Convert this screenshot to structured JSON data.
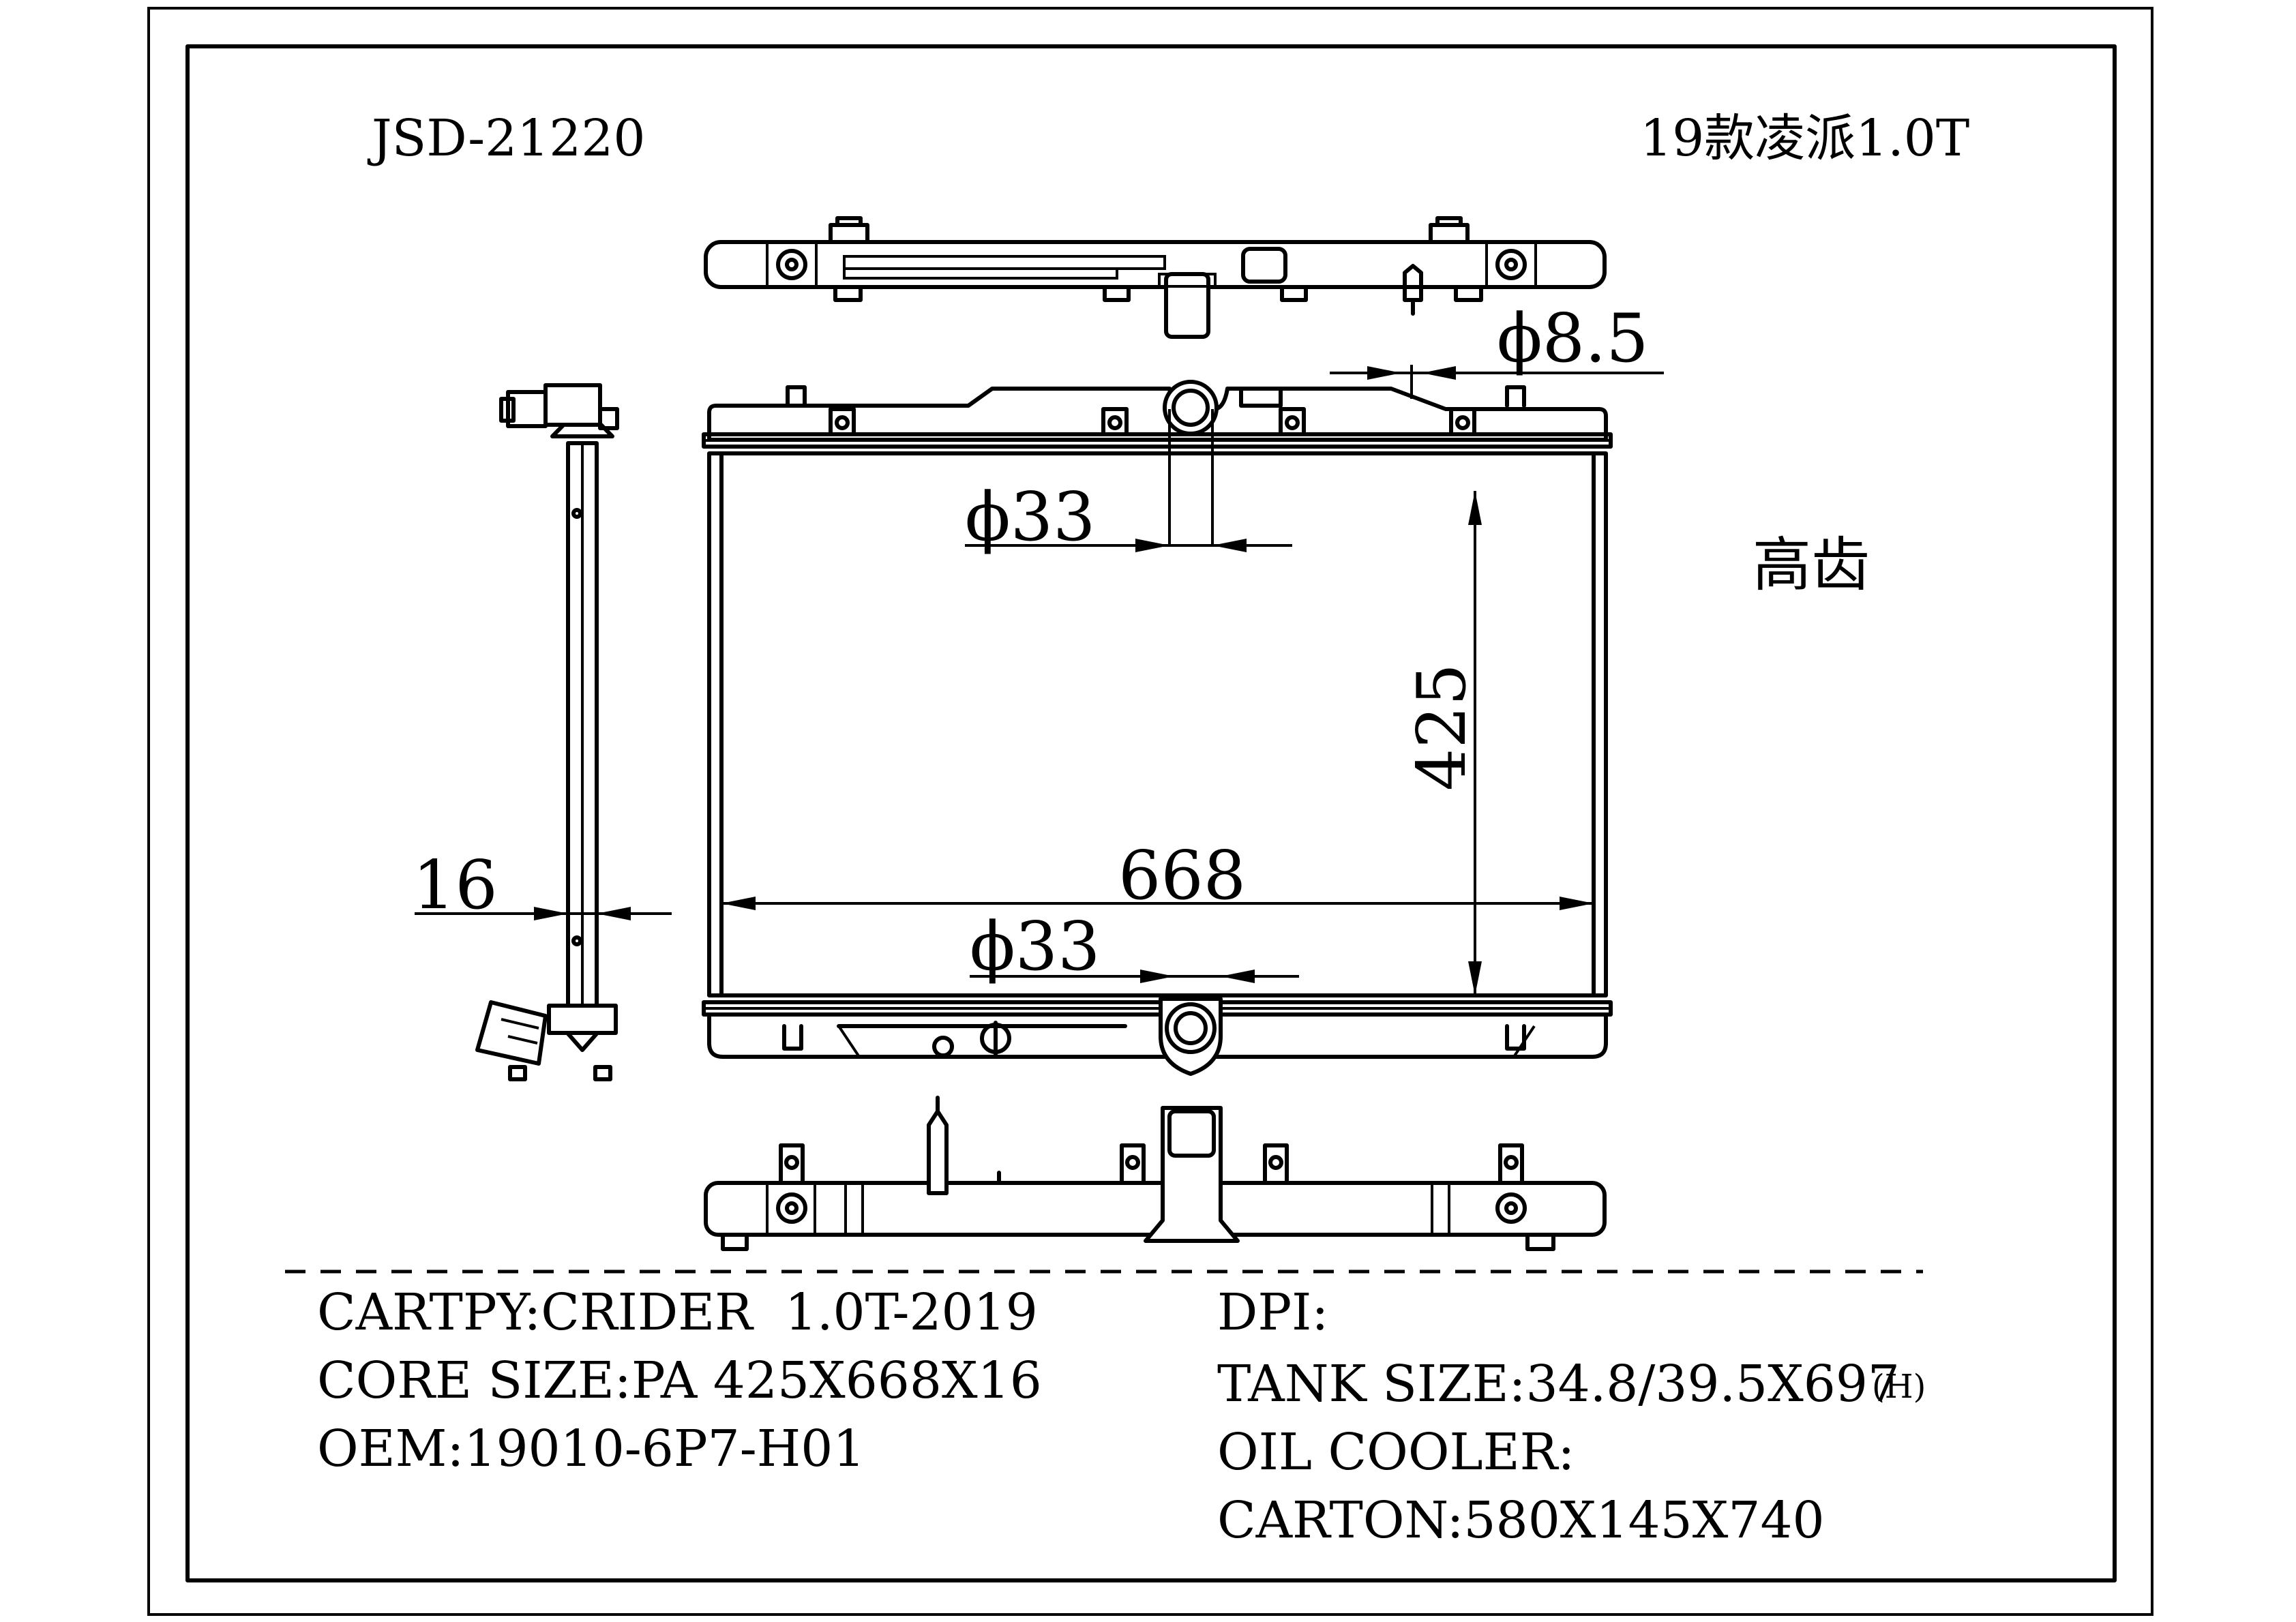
{
  "header": {
    "part_number": "JSD-21220",
    "model_note": "19款凌派1.0T"
  },
  "side_note": "高齿",
  "dimensions": {
    "top_outlet_diameter": "ϕ33",
    "bottom_outlet_diameter": "ϕ33",
    "drain_diameter": "ϕ8.5",
    "core_height": "425",
    "core_width": "668",
    "core_thickness": "16"
  },
  "specs_left": [
    "CARTPY:CRIDER  1.0T-2019",
    "CORE SIZE:PA 425X668X16",
    "OEM:19010-6P7-H01"
  ],
  "specs_right": [
    "DPI:",
    "TANK SIZE:34.8/39.5X697",
    "OIL COOLER:",
    "CARTON:580X145X740"
  ],
  "tank_size_suffix": "(H)"
}
